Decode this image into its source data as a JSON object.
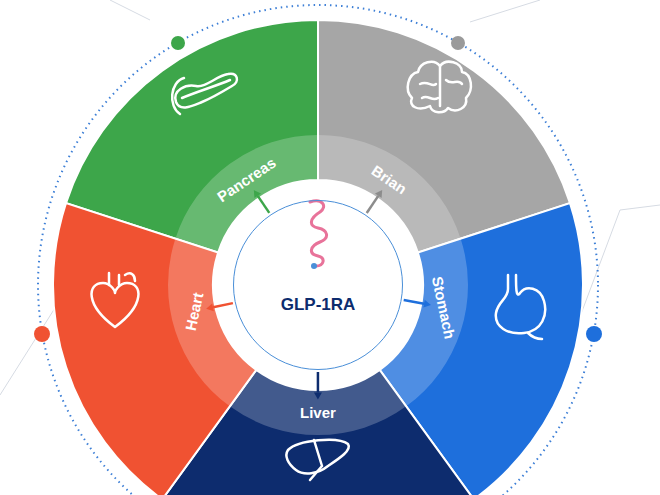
{
  "diagram": {
    "nodes": [
      {
        "text": [
          "GLP-1RA"
        ]
      },
      {
        "text": [
          "Pancreas"
        ]
      },
      {
        "text": [
          "Brian"
        ]
      },
      {
        "text": [
          "Stomach"
        ]
      },
      {
        "text": [
          "Liver"
        ]
      },
      {
        "text": [
          "Heart"
        ]
      }
    ],
    "edges": [
      {
        "from": 0,
        "to": 1,
        "arrow": "to"
      },
      {
        "from": 0,
        "to": 2,
        "arrow": "to"
      },
      {
        "from": 0,
        "to": 3,
        "arrow": "to"
      },
      {
        "from": 0,
        "to": 4,
        "arrow": "to"
      },
      {
        "from": 0,
        "to": 5,
        "arrow": "to"
      }
    ]
  }
}
